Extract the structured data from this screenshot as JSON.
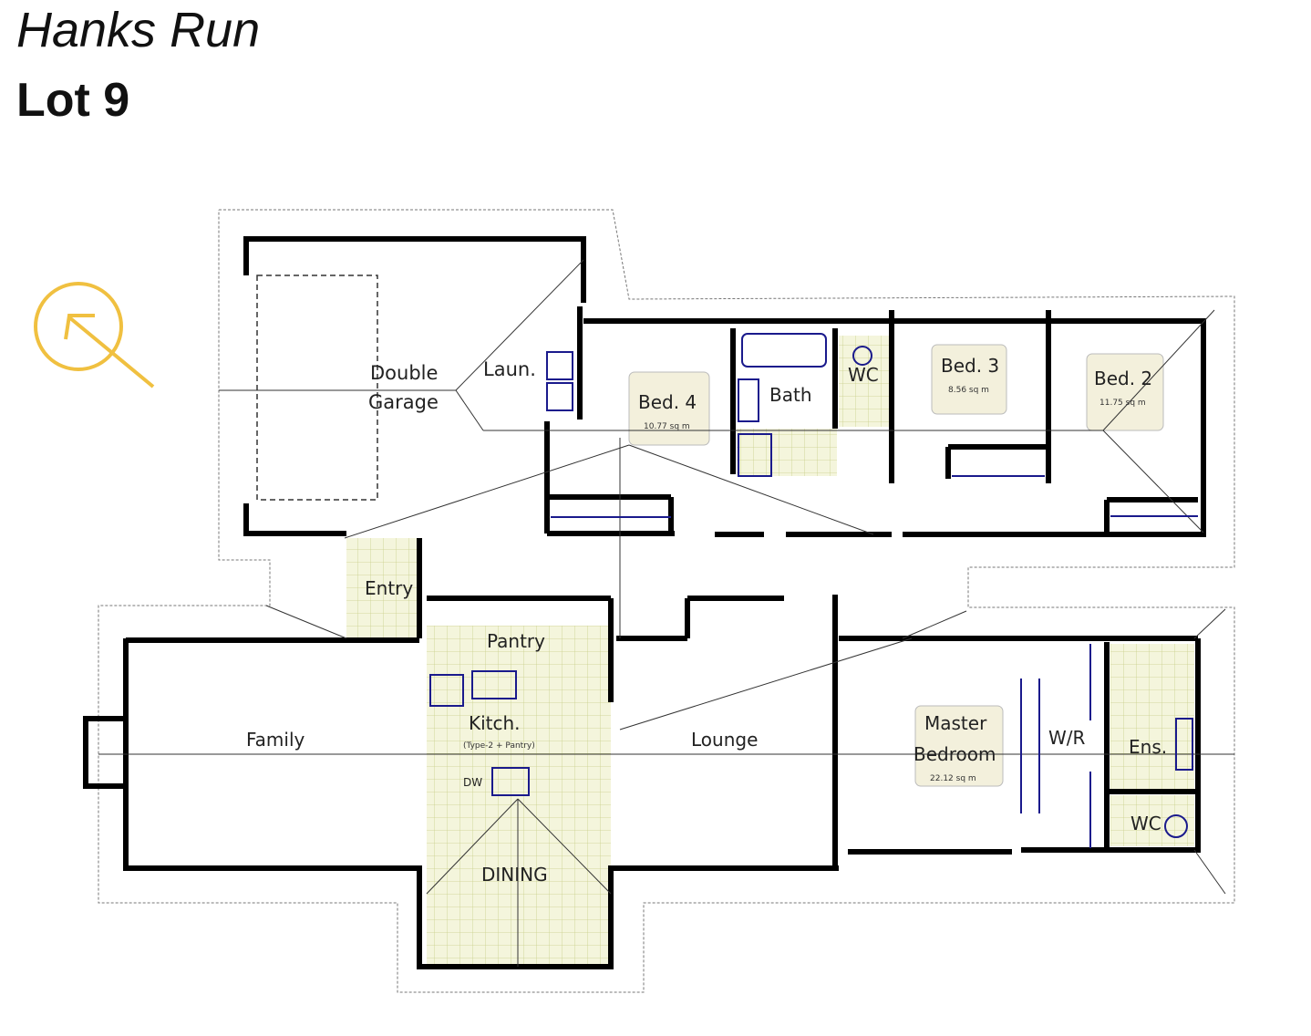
{
  "header": {
    "title": "Hanks Run",
    "lot": "Lot 9"
  },
  "plan": {
    "rooms": {
      "double": "Double",
      "garage": "Garage",
      "laundry": "Laun.",
      "bed4": "Bed. 4",
      "bed4_area": "10.77 sq m",
      "bath": "Bath",
      "wc_upper": "WC",
      "bed3": "Bed. 3",
      "bed3_area": "8.56 sq m",
      "bed2": "Bed. 2",
      "bed2_area": "11.75 sq m",
      "entry": "Entry",
      "pantry": "Pantry",
      "kitchen": "Kitch.",
      "kitchen_note": "(Type-2 + Pantry)",
      "dw": "DW",
      "family": "Family",
      "lounge": "Lounge",
      "dining": "DINING",
      "master": "Master",
      "bedroom": "Bedroom",
      "master_area": "22.12 sq m",
      "wr": "W/R",
      "ensuite": "Ens.",
      "wc_lower": "WC"
    },
    "colors": {
      "wall": "#000000",
      "fixture": "#1a1a8c",
      "compass": "#f0c040",
      "tile": "#f4f5dc",
      "tile_grid": "#c9cf8a"
    }
  }
}
